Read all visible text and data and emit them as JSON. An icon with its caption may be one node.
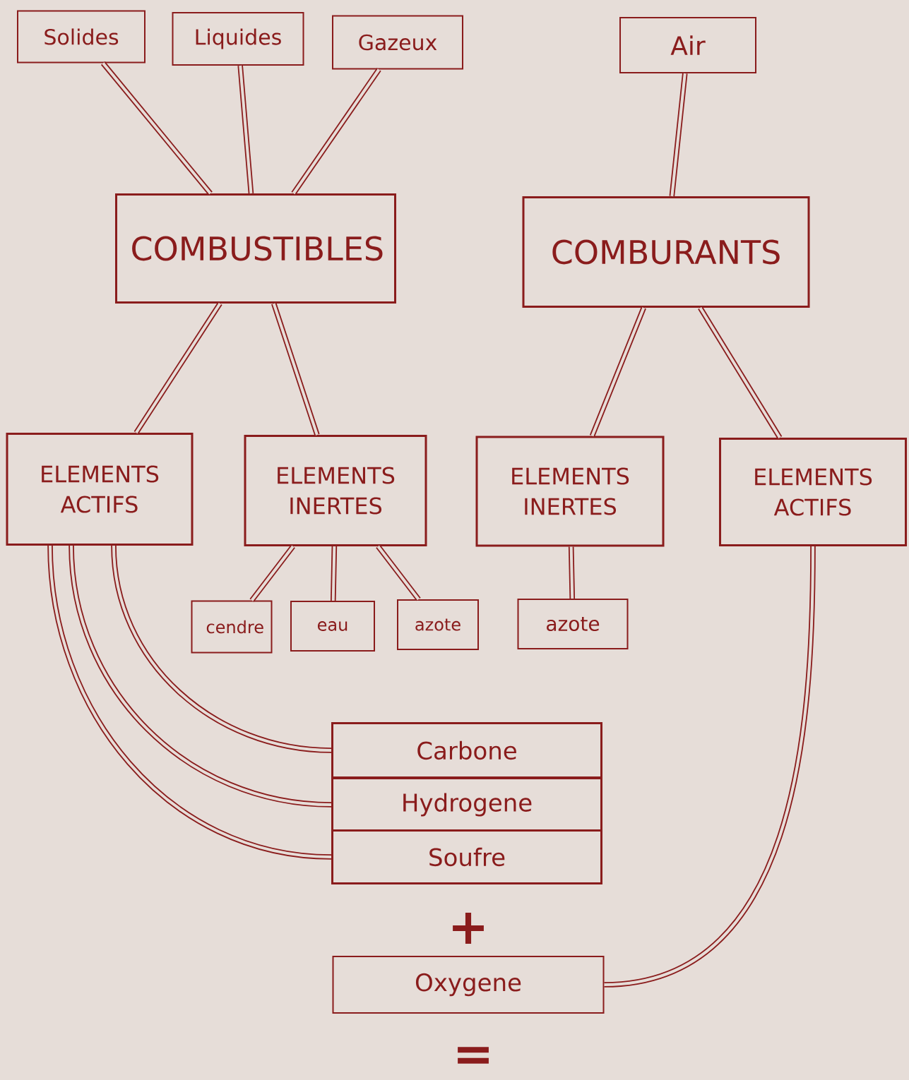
{
  "diagram": {
    "nodes": [
      {
        "text": [
          "Solides"
        ]
      },
      {
        "text": [
          "Liquides"
        ]
      },
      {
        "text": [
          "Gazeux"
        ]
      },
      {
        "text": [
          "Air"
        ]
      },
      {
        "text": [
          "COMBUSTIBLES"
        ]
      },
      {
        "text": [
          "COMBURANTS"
        ]
      },
      {
        "text": [
          "ELEMENTS ACTIFS"
        ]
      },
      {
        "text": [
          "ELEMENTS INERTES"
        ]
      },
      {
        "text": [
          "ELEMENTS INERTES"
        ]
      },
      {
        "text": [
          "ELEMENTS ACTIFS"
        ]
      },
      {
        "text": [
          "cendre"
        ]
      },
      {
        "text": [
          "eau"
        ]
      },
      {
        "text": [
          "azote"
        ]
      },
      {
        "text": [
          "azote"
        ]
      },
      {
        "text": [
          "Carbone"
        ]
      },
      {
        "text": [
          "Hydrogene"
        ]
      },
      {
        "text": [
          "Soufre"
        ]
      },
      {
        "text": [
          "Oxygene"
        ]
      }
    ],
    "edges": [
      {
        "from": 0,
        "to": 4,
        "arrow": "none"
      },
      {
        "from": 1,
        "to": 4,
        "arrow": "none"
      },
      {
        "from": 2,
        "to": 4,
        "arrow": "none"
      },
      {
        "from": 3,
        "to": 5,
        "arrow": "none"
      },
      {
        "from": 4,
        "to": 6,
        "arrow": "none"
      },
      {
        "from": 4,
        "to": 7,
        "arrow": "none"
      },
      {
        "from": 5,
        "to": 8,
        "arrow": "none"
      },
      {
        "from": 5,
        "to": 9,
        "arrow": "none"
      },
      {
        "from": 7,
        "to": 10,
        "arrow": "none"
      },
      {
        "from": 7,
        "to": 11,
        "arrow": "none"
      },
      {
        "from": 7,
        "to": 12,
        "arrow": "none"
      },
      {
        "from": 8,
        "to": 13,
        "arrow": "none"
      },
      {
        "from": 6,
        "to": 14,
        "arrow": "none"
      },
      {
        "from": 6,
        "to": 15,
        "arrow": "none"
      },
      {
        "from": 6,
        "to": 16,
        "arrow": "none"
      },
      {
        "from": 9,
        "to": 17,
        "arrow": "none"
      }
    ],
    "labels": [
      "+",
      "="
    ]
  }
}
